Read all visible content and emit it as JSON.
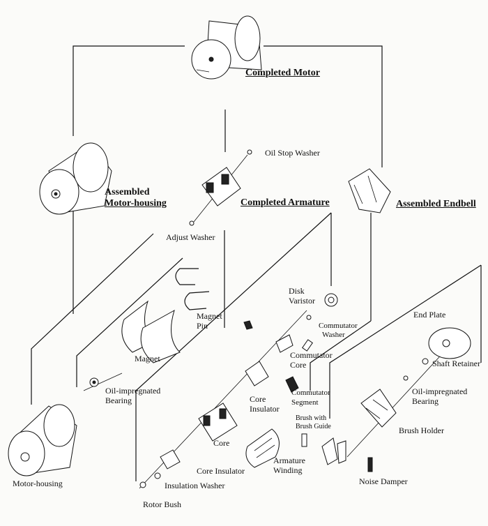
{
  "headings": {
    "completed_motor": "Completed Motor",
    "assembled_motor_housing_l1": "Assembled",
    "assembled_motor_housing_l2": "Motor-housing",
    "completed_armature": "Completed Armature",
    "assembled_endbell": "Assembled Endbell"
  },
  "parts": {
    "oil_stop_washer": "Oil Stop Washer",
    "adjust_washer": "Adjust Washer",
    "magnet_pin_l1": "Magnet",
    "magnet_pin_l2": "Pin",
    "magnet": "Magnet",
    "disk_varistor_l1": "Disk",
    "disk_varistor_l2": "Varistor",
    "commutator_washer_l1": "Commutator",
    "commutator_washer_l2": "Washer",
    "end_plate": "End Plate",
    "commutator_core_l1": "Commutator",
    "commutator_core_l2": "Core",
    "shaft_retainer": "Shaft Retainer",
    "oil_bearing_left_l1": "Oil-impregnated",
    "oil_bearing_left_l2": "Bearing",
    "core_insulator_upper_l1": "Core",
    "core_insulator_upper_l2": "Insulator",
    "commutator_segment_l1": "Commutator",
    "commutator_segment_l2": "Segment",
    "oil_bearing_right_l1": "Oil-impregnated",
    "oil_bearing_right_l2": "Bearing",
    "brush_with_guide_l1": "Brush with",
    "brush_with_guide_l2": "Brush Guide",
    "brush_holder": "Brush Holder",
    "core": "Core",
    "armature_winding_l1": "Armature",
    "armature_winding_l2": "Winding",
    "core_insulator_lower": "Core Insulator",
    "motor_housing": "Motor-housing",
    "insulation_washer": "Insulation Washer",
    "noise_damper": "Noise Damper",
    "rotor_bush": "Rotor Bush"
  }
}
